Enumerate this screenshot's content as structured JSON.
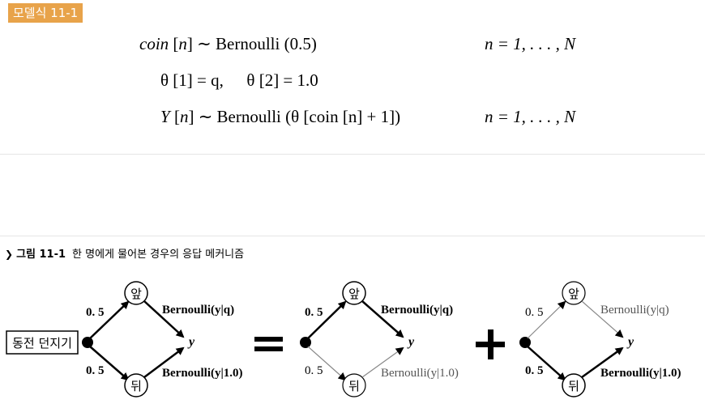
{
  "model_tag": "모델식 11-1",
  "equations": {
    "row1": {
      "lhs_var": "coin",
      "lhs_idx": "[n]",
      "op": "∼",
      "rhs": "Bernoulli (0.5)",
      "range": "n = 1, . . . , N"
    },
    "row2": {
      "text_a": "θ [1] = q,",
      "text_b": "θ [2] = 1.0"
    },
    "row3": {
      "lhs_var": "Y",
      "lhs_idx": "[n]",
      "op": "∼",
      "rhs": "Bernoulli (θ [coin [n] + 1])",
      "range": "n = 1, . . . , N"
    }
  },
  "figure": {
    "caption_label": "그림 11-1",
    "caption_text": "한 명에게 물어본 경우의 응답 메커니즘",
    "start_box": "동전 던지기",
    "node_top": "앞",
    "node_bottom": "뒤",
    "prob": "0. 5",
    "top_dist": "Bernoulli(y|q)",
    "bottom_dist": "Bernoulli(y|1.0)",
    "outcome": "y",
    "equals": "=",
    "plus": "+"
  }
}
